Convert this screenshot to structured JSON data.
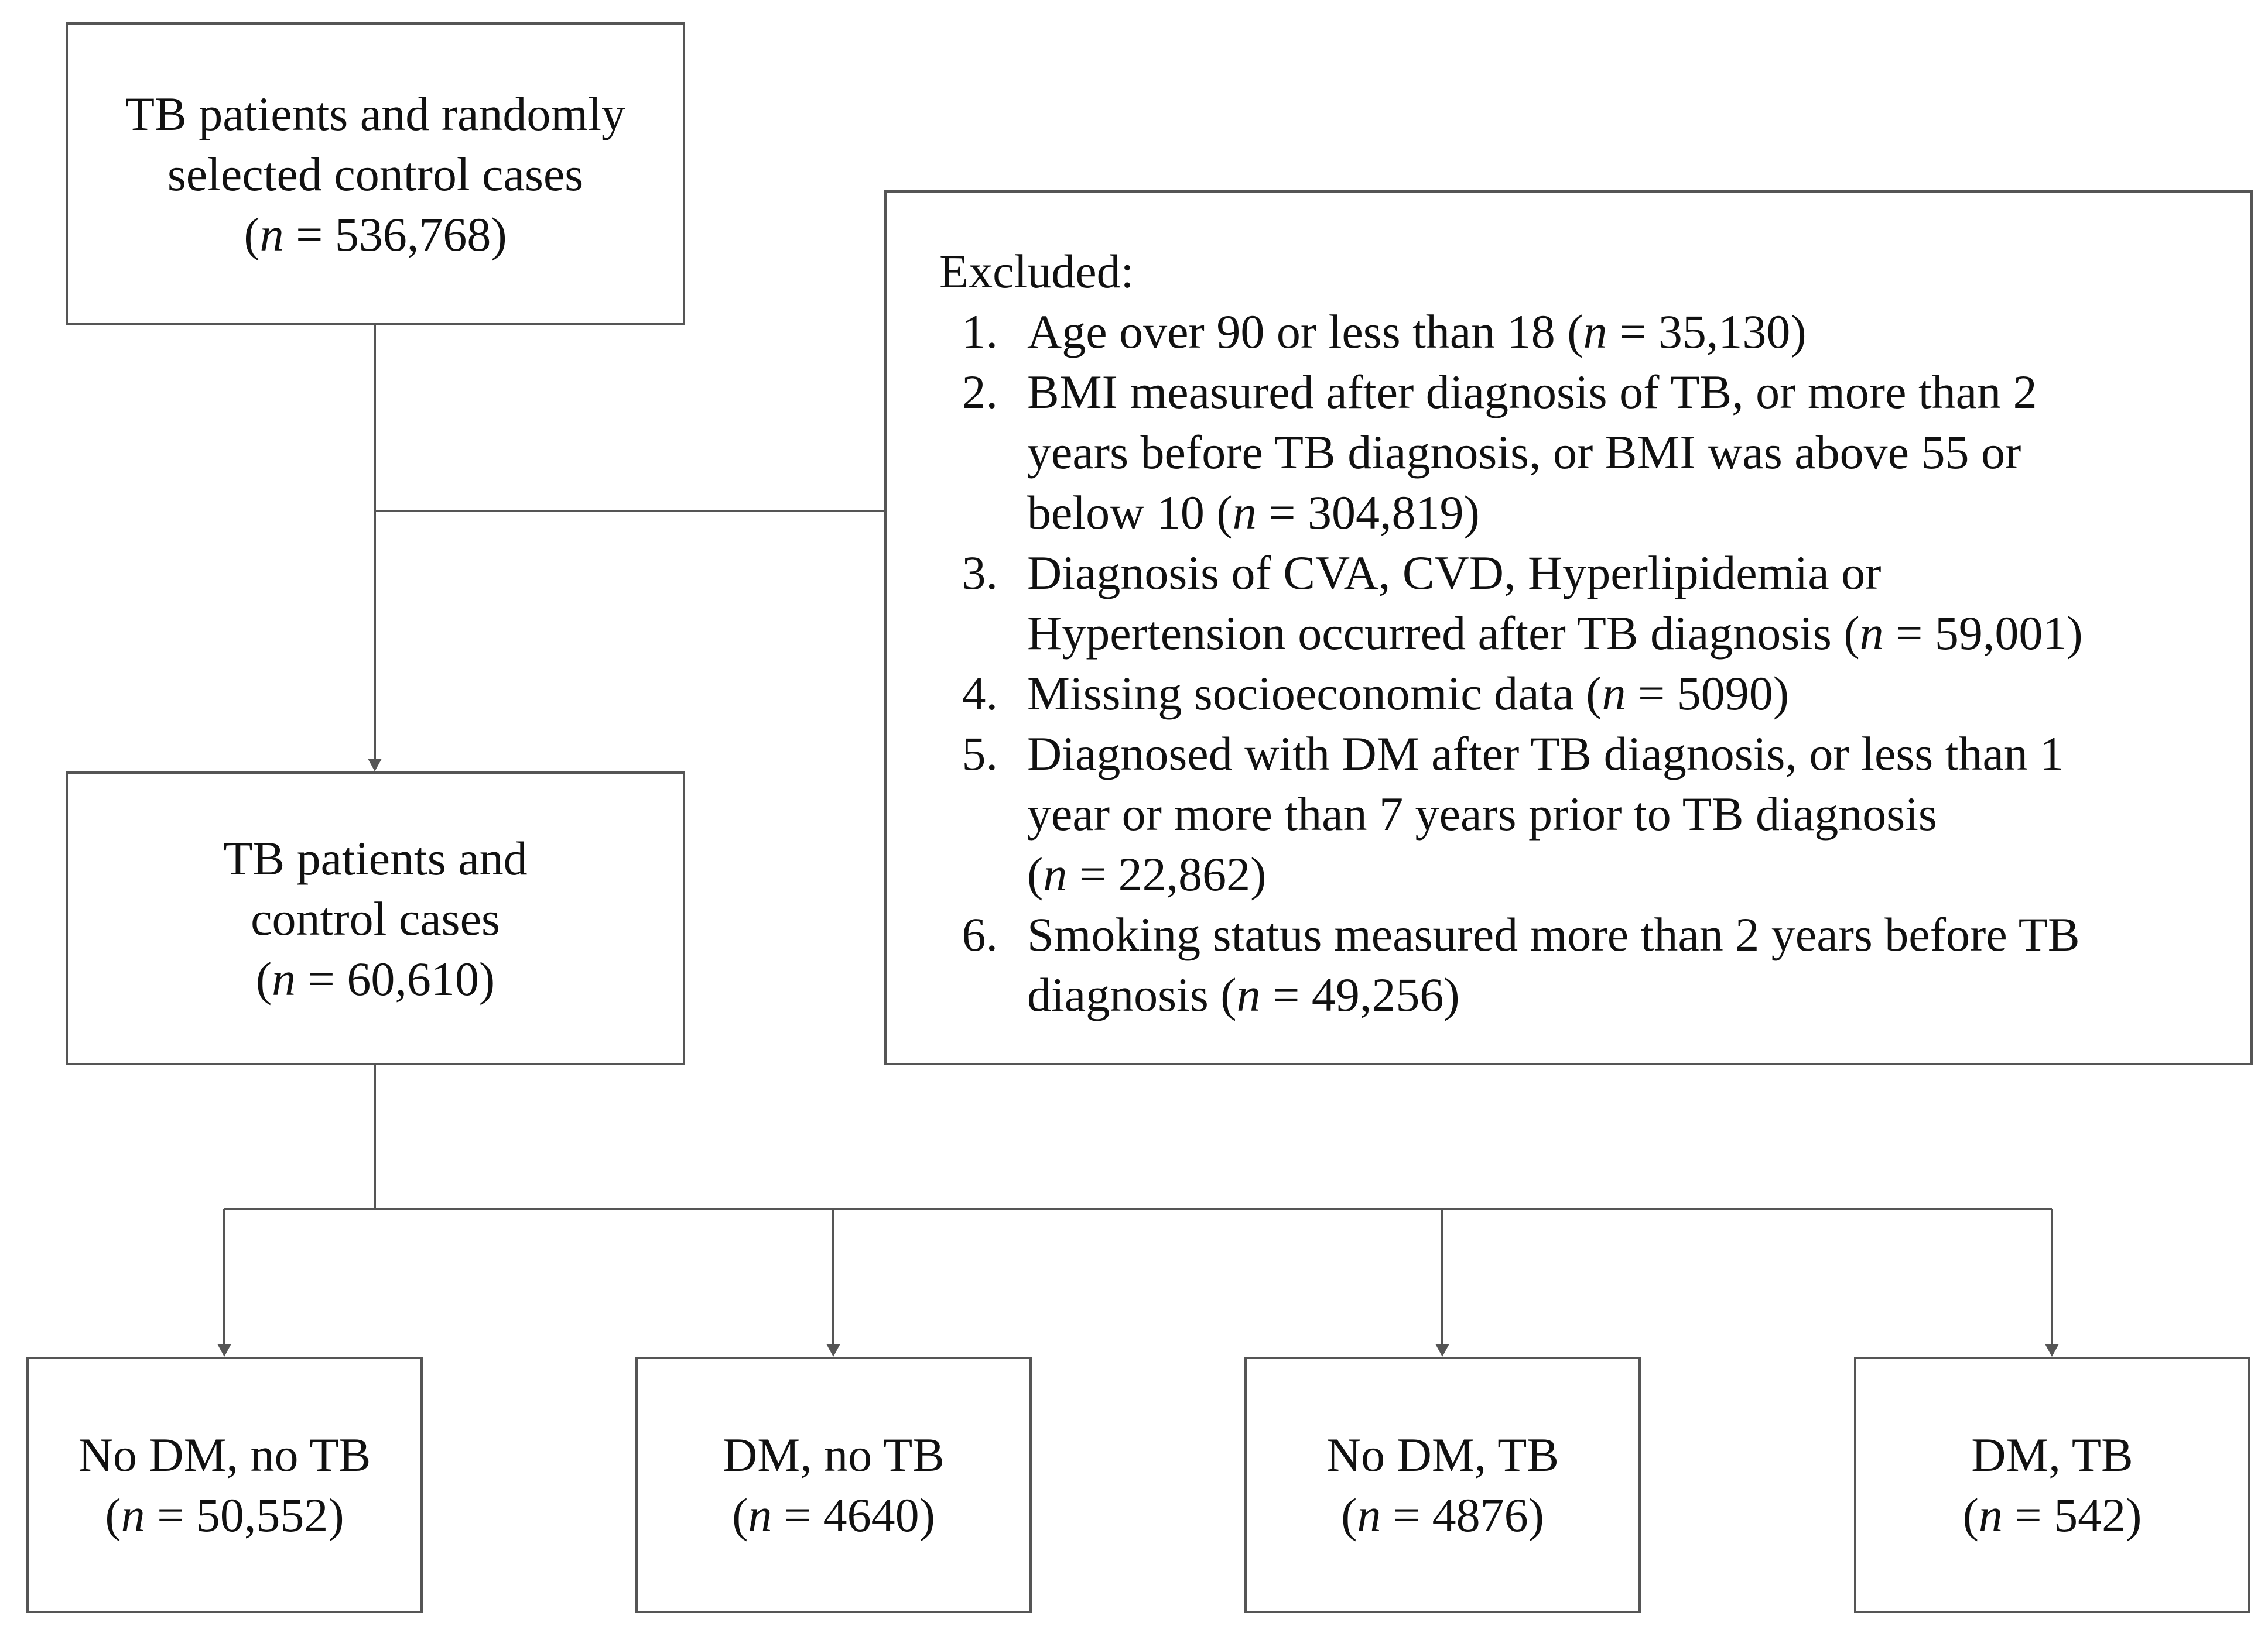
{
  "top_box": {
    "lines": [
      "TB patients and randomly",
      "selected control cases"
    ],
    "n_value": "536,768"
  },
  "middle_box": {
    "lines": [
      "TB patients and",
      "control cases"
    ],
    "n_value": "60,610"
  },
  "excluded": {
    "title": "Excluded:",
    "items": [
      {
        "number": "1.",
        "lines": [
          "Age over 90 or less than 18 ("
        ],
        "n_value": "35,130"
      },
      {
        "number": "2.",
        "lines": [
          "BMI measured after diagnosis of TB, or more than 2",
          "years before TB diagnosis, or BMI was above 55 or",
          "below 10 ("
        ],
        "n_value": "304,819"
      },
      {
        "number": "3.",
        "lines": [
          "Diagnosis of CVA, CVD, Hyperlipidemia or",
          "Hypertension occurred after TB diagnosis ("
        ],
        "n_value": "59,001"
      },
      {
        "number": "4.",
        "lines": [
          "Missing socioeconomic data ("
        ],
        "n_value": "5090"
      },
      {
        "number": "5.",
        "lines": [
          "Diagnosed with DM after TB diagnosis, or less than 1",
          "year or more than 7 years prior to TB diagnosis",
          "("
        ],
        "n_value": "22,862"
      },
      {
        "number": "6.",
        "lines": [
          "Smoking status measured more than 2 years before TB",
          "diagnosis ("
        ],
        "n_value": "49,256"
      }
    ]
  },
  "groups": [
    {
      "label": "No DM, no TB",
      "n_value": "50,552"
    },
    {
      "label": "DM, no TB",
      "n_value": "4640"
    },
    {
      "label": "No DM, TB",
      "n_value": "4876"
    },
    {
      "label": "DM, TB",
      "n_value": "542"
    }
  ],
  "n_symbol": "n",
  "colors": {
    "line": "#555555",
    "text": "#111111",
    "background": "#ffffff"
  }
}
